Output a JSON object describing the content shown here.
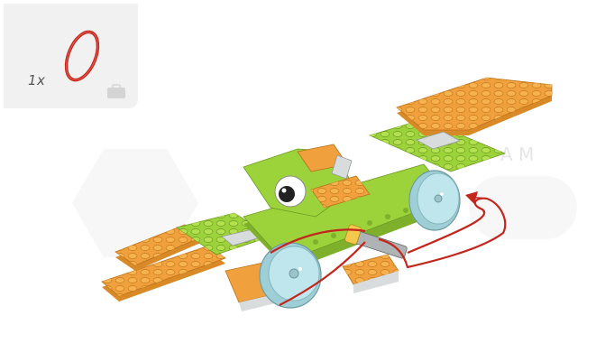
{
  "parts_callout": {
    "quantity": "1x",
    "part_icon": "red-rubber-band-icon",
    "storage_icon": "bag-icon",
    "part_color": "#c3261c"
  },
  "model": {
    "icon": "lego-bird-model",
    "colors": {
      "lime": "#9cd33b",
      "lime_dark": "#7fb02c",
      "orange": "#f0a03c",
      "orange_dark": "#d98a26",
      "gray": "#d9dcdd",
      "clear": "#bfe6ec",
      "band": "#c3261c"
    }
  },
  "watermark": {
    "letters": "A M",
    "color": "#f2f2f2"
  }
}
